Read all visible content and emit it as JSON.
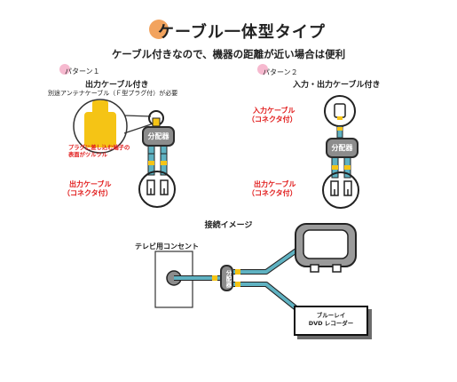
{
  "header": {
    "title": "ケーブル一体型タイプ",
    "subtitle": "ケーブル付きなので、機器の距離が近い場合は便利"
  },
  "pattern1": {
    "label": "パターン１",
    "heading": "出力ケーブル付き",
    "note": "別途アンテナケーブル（Ｆ型プラグ付）が必要",
    "plug_note_line1": "プラグに差し込む端子の",
    "plug_note_line2": "表面がツルツル",
    "splitter": "分配器",
    "output_line1": "出力ケーブル",
    "output_line2": "（コネクタ付）"
  },
  "pattern2": {
    "label": "パターン２",
    "heading": "入力・出力ケーブル付き",
    "input_line1": "入力ケーブル",
    "input_line2": "（コネクタ付）",
    "splitter": "分配器",
    "output_line1": "出力ケーブル",
    "output_line2": "（コネクタ付）"
  },
  "connection": {
    "heading": "接続イメージ",
    "outlet": "テレビ用コンセント",
    "splitter": "分配器",
    "recorder_line1": "ブルーレイ",
    "recorder_line2": "DVD レコーダー"
  },
  "colors": {
    "cable": "#5fb2c2",
    "plug": "#f5c415",
    "splitter": "#8c8c8c",
    "accent": "#f2a35e",
    "badge": "#f6b9cf",
    "warning": "#e11b1b"
  }
}
